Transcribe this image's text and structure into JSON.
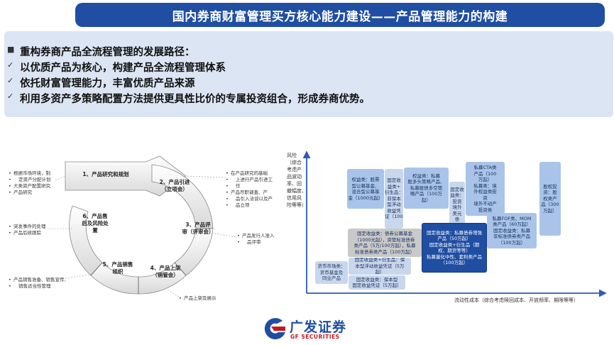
{
  "title": "国内券商财富管理买方核心能力建设——产品管理能力的构建",
  "bullets": {
    "heading": "重构券商产品全流程管理的发展路径：",
    "items": [
      "以优质产品为核心，构建产品全流程管理体系",
      "依托财富管理能力，丰富优质产品来源",
      "利用多资产多策略配置方法提供更具性比价的专属投资组合，形成券商优势。"
    ]
  },
  "cycle": {
    "stages": [
      "1、产品研究和规划",
      "2、产品引进\n（立项会）",
      "3、产品评\n审（评审会）",
      "4、产品上架\n（销管会）",
      "5、产品销售\n组织",
      "6、产品售\n后及风险处\n置"
    ],
    "notes": {
      "left_top": [
        "根据市场环境，制",
        "定资产分配计划",
        "大类资产配置研究",
        "产品研究"
      ],
      "right_top": [
        "在产品研究的基础",
        "上进行产品引进工",
        "作",
        "产品尽职调查、产",
        "品引入洽谈以及产",
        "品立项"
      ],
      "left_mid": [
        "突发事件的处理",
        "产品后续跟踪"
      ],
      "right_mid": [
        "产品发行人准入",
        "品评审"
      ],
      "left_bottom": [
        "产品销售准备、销售宣传、",
        "销售适当性管理"
      ],
      "right_bottom": [
        "产品上架及展示"
      ]
    }
  },
  "chart": {
    "y_axis_label": "风险\n（综合\n考虑产\n品波动\n率、回\n撤幅度、\n信用风\n险等等）",
    "x_axis_label": "流动性成本（综合考虑赎回成本、开放频率、期限等等）",
    "boxes": {
      "b1": "权益类：股票\n型公募基金、\n混合型公募基\n金（1000元起）",
      "b2": "固定收\n益类+\n衍生品：\n非保本\n型浮动\n收益凭\n证（100",
      "b3": "权益类：私募\n股多头策略产品、\n私募股债多空策\n略产品（100万\n起）",
      "b4": "固定收\n益类：\n投资\n境外\n美元\n债",
      "b5": "私募CTA类\n产品（100\n万起）\n私募类：境\n外权益类投\n资\n境外不动产\n投资类",
      "b6": "股权投\n资：股\n权类产\n品（300\n万起）",
      "b7": "固定收益类：债券公募基金\n（1000元起），资管标准债券\n类产品（5万/100万起），私募\n标准债券类产品（100万起）",
      "b8": "固定收益类：私募债券增强\n产品（50万起）\n固定收益类+衍生品（期\n权、期货等等）\n私募量化中性、套利类产品\n（100万起）",
      "b9": "私募FOF类、MOM\n类产品（60万起）\n固定收益类：私募\n非标准债券类产品\n（100万起）",
      "b10": "货币市场类：\n货币基金及\n同业产品",
      "b11": "固定收益类+衍生品：保\n本型浮动收益凭证（5万\n起）",
      "b12": "固定收益类：保本型\n固定收益凭证（5万起）"
    }
  },
  "logo": {
    "cn": "广发证券",
    "en": "GF SECURITIES",
    "primary_color": "#1f4ea3",
    "accent_color": "#c8161d"
  }
}
